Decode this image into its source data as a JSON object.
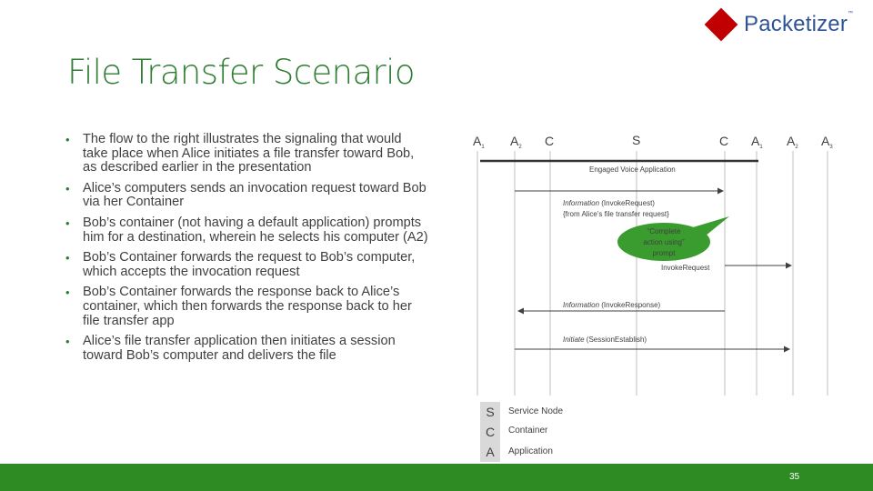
{
  "logo": {
    "text": "Packetizer",
    "tm": "™"
  },
  "title": "File Transfer Scenario",
  "bullets": [
    "The flow to the right illustrates the signaling that would take place when Alice initiates a file transfer toward Bob, as described earlier in the presentation",
    "Alice’s computers sends an invocation request toward Bob via her Container",
    "Bob’s container (not having a default application) prompts him for a destination, wherein he selects his computer (A2)",
    "Bob’s Container forwards the request to Bob’s computer, which accepts the invocation request",
    "Bob’s Container forwards the response back to Alice’s container, which then forwards the response back to her file transfer app",
    "Alice’s file transfer application then initiates a session toward Bob’s computer and delivers the file"
  ],
  "diagram": {
    "lanes": [
      {
        "label": "A",
        "sub": "1"
      },
      {
        "label": "A",
        "sub": "2"
      },
      {
        "label": "C",
        "sub": ""
      },
      {
        "label": "S",
        "sub": ""
      },
      {
        "label": "C",
        "sub": ""
      },
      {
        "label": "A",
        "sub": "1"
      },
      {
        "label": "A",
        "sub": "2"
      },
      {
        "label": "A",
        "sub": "3"
      }
    ],
    "engaged_label": "Engaged Voice Application",
    "messages": {
      "info_request_italic": "Information",
      "info_request_rest": " (InvokeRequest)",
      "info_request_note": "{from Alice’s file transfer request}",
      "prompt_line1": "“Complete",
      "prompt_line2": "action using”",
      "prompt_line3": "prompt",
      "invoke_request": "InvokeRequest",
      "info_response_italic": "Information",
      "info_response_rest": " (InvokeResponse)",
      "initiate_italic": "Initiate",
      "initiate_rest": " (SessionEstablish)"
    },
    "legend": [
      {
        "key": "S",
        "text": "Service Node"
      },
      {
        "key": "C",
        "text": "Container"
      },
      {
        "key": "A",
        "text": "Application"
      }
    ],
    "colors": {
      "arrow": "#404040",
      "callout": "#3a9c2e",
      "legend_box": "#d9d9d9"
    }
  },
  "footer": {
    "page_number": "35",
    "color": "#2e8b23"
  }
}
